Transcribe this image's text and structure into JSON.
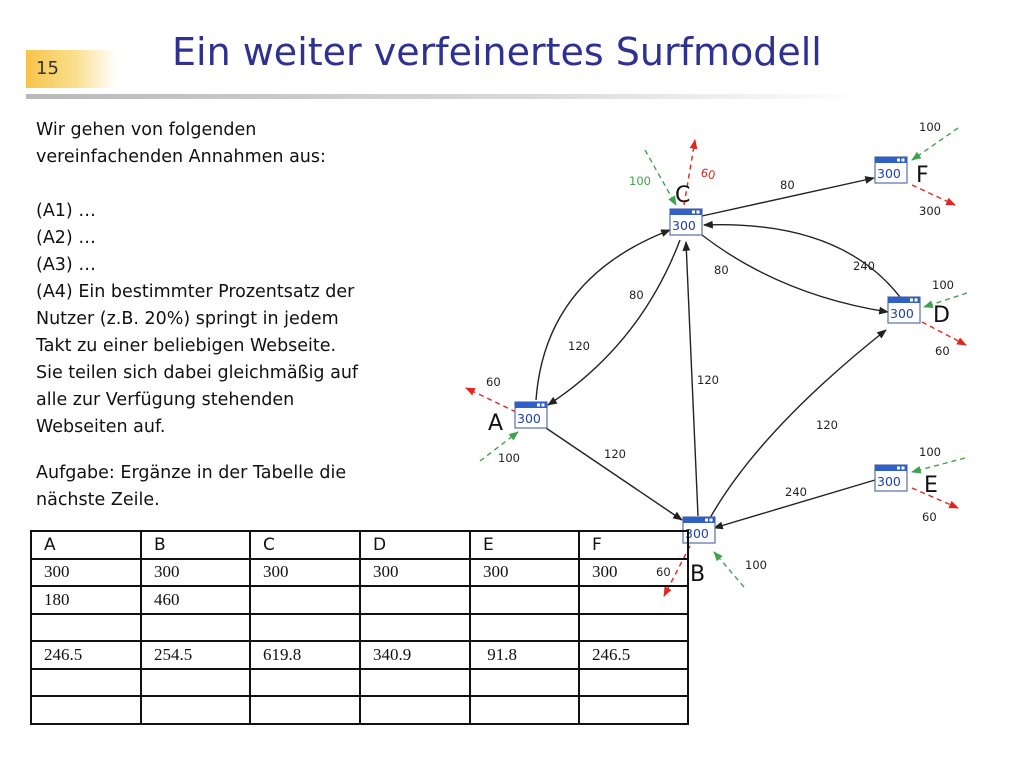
{
  "slide": {
    "number": "15",
    "title": "Ein weiter verfeinertes Surfmodell"
  },
  "text": {
    "intro_line1": "Wir gehen von folgenden",
    "intro_line2": "vereinfachenden Annahmen aus:",
    "a1": "(A1) …",
    "a2": "(A2) …",
    "a3": "(A3) …",
    "a4_line1": "(A4) Ein bestimmter Prozentsatz der",
    "a4_line2": "Nutzer (z.B. 20%) springt in jedem",
    "a4_line3": "Takt zu einer beliebigen Webseite.",
    "a4_line4": "Sie teilen sich dabei gleichmäßig auf",
    "a4_line5": "alle zur Verfügung stehenden",
    "a4_line6": "Webseiten auf.",
    "task_line1": "Aufgabe: Ergänze in der Tabelle die",
    "task_line2": "nächste Zeile."
  },
  "graph": {
    "node_value": "300",
    "nodes": {
      "A": {
        "label": "A",
        "value": "300"
      },
      "B": {
        "label": "B",
        "value": "300"
      },
      "C": {
        "label": "C",
        "value": "300"
      },
      "D": {
        "label": "D",
        "value": "300"
      },
      "E": {
        "label": "E",
        "value": "300"
      },
      "F": {
        "label": "F",
        "value": "300"
      }
    },
    "edges": {
      "c_f": "80",
      "c_d": "80",
      "d_c": "240",
      "c_a": "80",
      "a_c": "120",
      "b_c": "120",
      "a_b": "120",
      "b_d": "120",
      "e_b": "240"
    },
    "incoming": {
      "a": "100",
      "b": "100",
      "c": "100",
      "d": "100",
      "e": "100",
      "f": "100"
    },
    "outgoing": {
      "a": "60",
      "b": "60",
      "c": "60",
      "d": "60",
      "e": "60",
      "f": "300"
    },
    "colors": {
      "incoming": "#3fa34d",
      "outgoing": "#e3261d",
      "edge": "#222222"
    }
  },
  "table": {
    "headers": [
      "A",
      "B",
      "C",
      "D",
      "E",
      "F"
    ],
    "rows": [
      [
        "300",
        "300",
        "300",
        "300",
        "300",
        "300"
      ],
      [
        "180",
        "460",
        "",
        "",
        "",
        ""
      ],
      [
        "",
        "",
        "",
        "",
        "",
        ""
      ],
      [
        "246.5",
        "254.5",
        "619.8",
        "340.9",
        " 91.8",
        "246.5"
      ],
      [
        "",
        "",
        "",
        "",
        "",
        ""
      ],
      [
        "",
        "",
        "",
        "",
        "",
        ""
      ]
    ]
  }
}
